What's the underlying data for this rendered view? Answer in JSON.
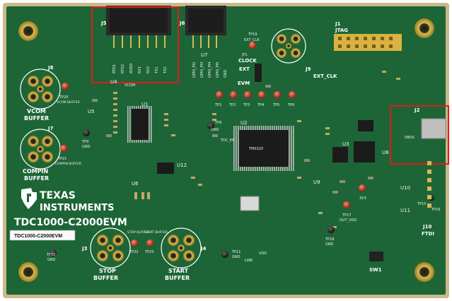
{
  "board": {
    "title": "TDC1000-C2000EVM",
    "sticker": "TDC1000-C2000EVM",
    "brand_line1": "TEXAS",
    "brand_line2": "INSTRUMENTS",
    "colors": {
      "pcb": "#1f6b3a",
      "pcb_dark": "#17552d",
      "pcb_edge": "#c9b98a",
      "silk": "#ffffff",
      "gold": "#c9a53a",
      "highlight": "#e01b1b",
      "chip": "#1b1b1b",
      "testpoint": "#d23a2a"
    }
  },
  "connectors": {
    "j8": {
      "ref": "J8",
      "label1": "VCOM",
      "label2": "BUFFER"
    },
    "j7": {
      "ref": "J7",
      "label1": "COMPIN",
      "label2": "BUFFER"
    },
    "j3": {
      "ref": "J3",
      "label1": "STOP",
      "label2": "BUFFER"
    },
    "j4": {
      "ref": "J4",
      "label1": "START",
      "label2": "BUFFER"
    },
    "j9": {
      "ref": "J9",
      "label": "EXT_CLK"
    },
    "j1": {
      "ref": "J1",
      "label": "JTAG"
    },
    "j2": {
      "ref": "J2"
    },
    "j10": {
      "ref": "J10",
      "label": "FTDI"
    },
    "j5": {
      "ref": "J5"
    },
    "j6": {
      "ref": "J6"
    }
  },
  "header_j5_pins": [
    "RTD1",
    "RTD2",
    "AVDD",
    "RX1",
    "RX2",
    "TX1",
    "TX2"
  ],
  "header_j6_pins": [
    "GPIO_PI2",
    "GPIO_PI3",
    "GPIO_PI4",
    "GPIO_PI5",
    "GND"
  ],
  "ics": [
    "U1",
    "U2",
    "U3",
    "U4",
    "U5",
    "U6",
    "U7",
    "U8",
    "U9",
    "U10",
    "U11",
    "U12"
  ],
  "labels": {
    "clock": "CLOCK",
    "ext": "EXT",
    "evm": "EVM",
    "jp1": "JP1",
    "sw1": "SW1",
    "tp19": "TP19",
    "ext_clk_small": "EXT_CLK",
    "tp_row": [
      "TP1",
      "TP2",
      "TP3",
      "TP4",
      "TP5",
      "TP6"
    ],
    "tp20": "TP20",
    "tp20_desc": "VCOM BUFFER",
    "tp21": "TP21",
    "tp21_desc": "COMPIN BUFFER",
    "tp9": "TP9",
    "tp8": "TP8",
    "gnd": "GND",
    "tp10": "TP10",
    "tp11": "TP11",
    "tp22": "TP22",
    "tp23": "TP23",
    "stop_buffer_small": "STOP BUFFER",
    "start_buffer_small": "START BUFFER",
    "tp17": "TP17",
    "dut_vdd": "DUT_VDD",
    "tp18": "TP18",
    "link": "LINK",
    "vdd": "VDD",
    "v33": "3V3",
    "tdc_en": "TDC_EN",
    "vcom": "VCOM",
    "tp15": "TP15",
    "tp16": "TP16",
    "vbus": "VBUS"
  }
}
